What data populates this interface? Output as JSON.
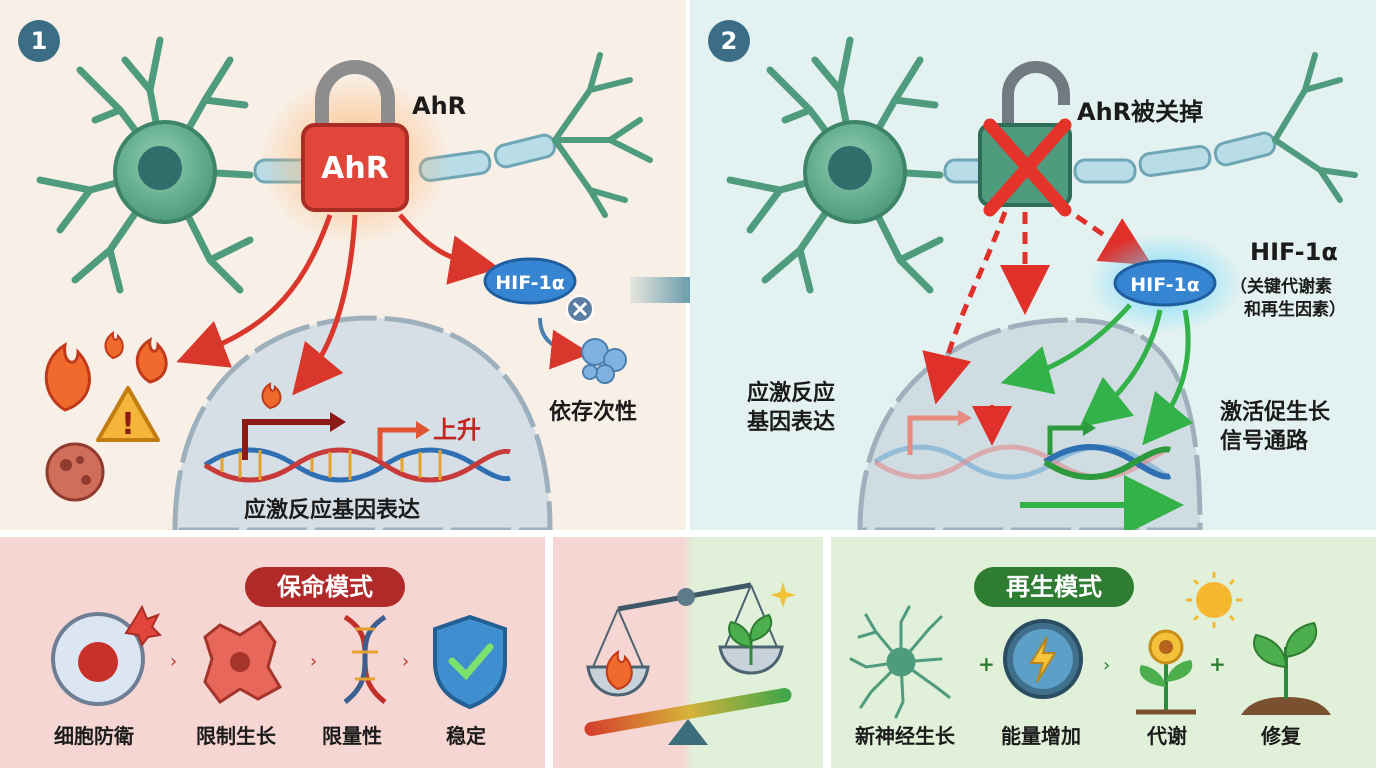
{
  "panel1": {
    "number": "1",
    "lock_text": "AhR",
    "lock_label": "AhR",
    "hif_label": "HIF-1α",
    "dependency_label": "依存次性",
    "upregulate_label": "上升",
    "stress_label": "应激反应基因表达"
  },
  "panel2": {
    "number": "2",
    "lock_label": "AhR被关掉",
    "hif_label": "HIF-1α",
    "hif_title": "HIF-1α",
    "hif_desc_line1": "（关键代谢素",
    "hif_desc_line2": "和再生因素）",
    "stress_line1": "应激反应",
    "stress_line2": "基因表达",
    "activate_line1": "激活促生长",
    "activate_line2": "信号通路"
  },
  "survival": {
    "title": "保命模式",
    "steps": [
      "细胞防衛",
      "限制生长",
      "限量性",
      "稳定"
    ]
  },
  "regen": {
    "title": "再生模式",
    "steps": [
      "新神经生长",
      "能量增加",
      "代谢",
      "修复"
    ]
  },
  "colors": {
    "panel1_bg": "#f8efe6",
    "panel2_bg": "#e3f2f0",
    "survival_bg": "#f6d6d3",
    "regen_bg": "#e1f0d8",
    "survival_pill": "#b02a2a",
    "regen_pill": "#2e7d32",
    "neuron": "#5aa88a",
    "lock": "#e2463a",
    "hif": "#2f7fcf"
  }
}
